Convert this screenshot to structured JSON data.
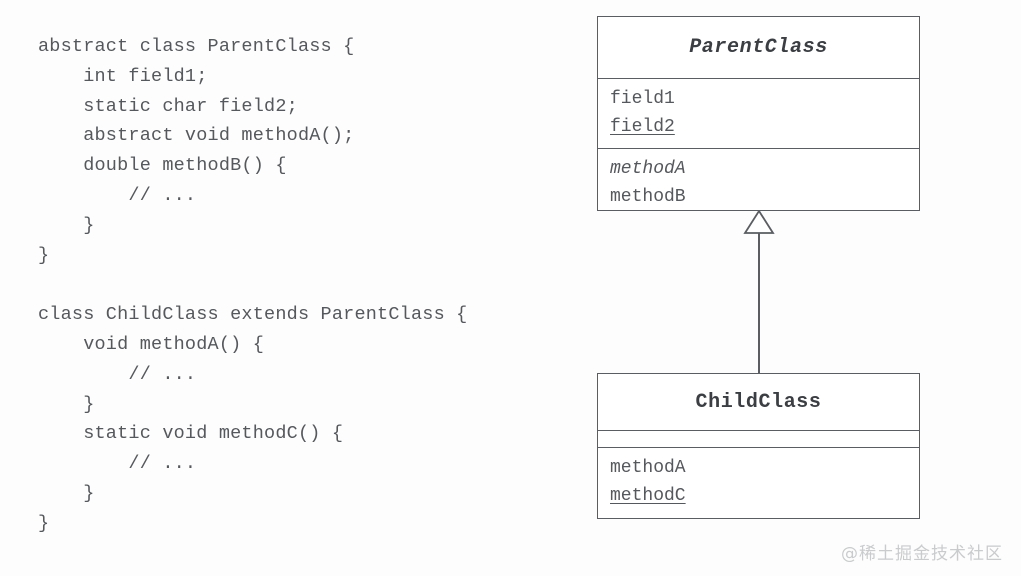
{
  "code": {
    "lines": [
      "abstract class ParentClass {",
      "    int field1;",
      "    static char field2;",
      "    abstract void methodA();",
      "    double methodB() {",
      "        // ...",
      "    }",
      "}",
      "",
      "class ChildClass extends ParentClass {",
      "    void methodA() {",
      "        // ...",
      "    }",
      "    static void methodC() {",
      "        // ...",
      "    }",
      "}"
    ]
  },
  "diagram": {
    "type": "uml-class-diagram",
    "relationship": "generalization",
    "relationship_label": "ChildClass extends ParentClass",
    "arrow_icon": "hollow-triangle-inheritance-icon",
    "classes": [
      {
        "id": "parent",
        "name": "ParentClass",
        "is_abstract": true,
        "title_style": "bold-italic",
        "fields": [
          {
            "name": "field1",
            "style": "plain",
            "is_static": false
          },
          {
            "name": "field2",
            "style": "underline",
            "is_static": true
          }
        ],
        "methods": [
          {
            "name": "methodA",
            "style": "italic",
            "is_abstract": true
          },
          {
            "name": "methodB",
            "style": "plain",
            "is_abstract": false
          }
        ]
      },
      {
        "id": "child",
        "name": "ChildClass",
        "is_abstract": false,
        "title_style": "bold",
        "fields": [],
        "methods": [
          {
            "name": "methodA",
            "style": "plain",
            "is_static": false
          },
          {
            "name": "methodC",
            "style": "underline",
            "is_static": true
          }
        ]
      }
    ]
  },
  "watermark": {
    "text": "@稀土掘金技术社区"
  },
  "colors": {
    "background": "#fdfdfd",
    "border": "#5a5d61",
    "code_text": "#55585c",
    "title_text": "#3b3e42",
    "watermark_text": "#c9cbcd"
  }
}
